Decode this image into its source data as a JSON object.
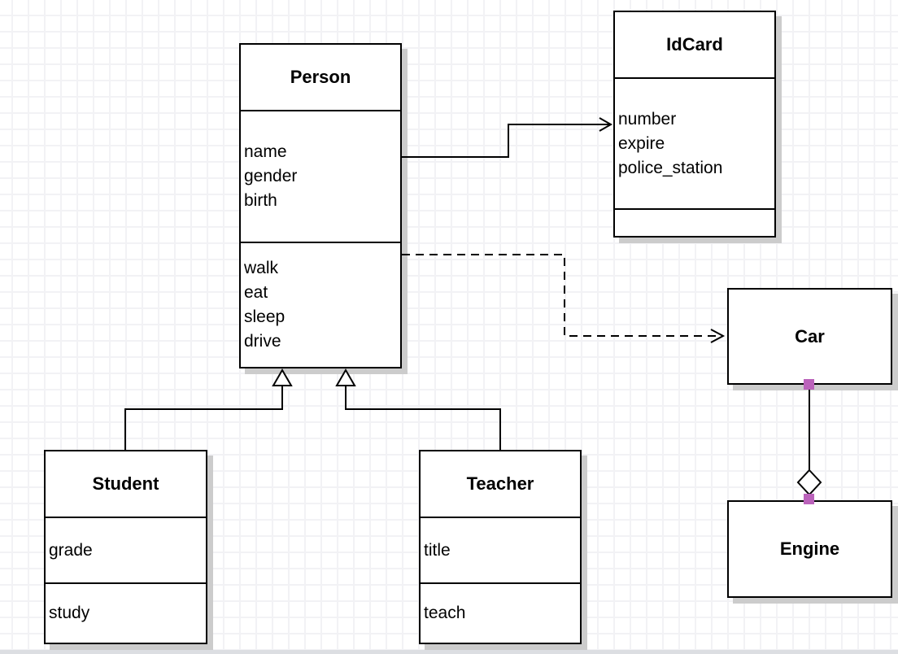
{
  "diagram": {
    "classes": {
      "person": {
        "name": "Person",
        "attributes": [
          "name",
          "gender",
          "birth"
        ],
        "methods": [
          "walk",
          "eat",
          "sleep",
          "drive"
        ]
      },
      "idcard": {
        "name": "IdCard",
        "attributes": [
          "number",
          "expire",
          "police_station"
        ],
        "methods": []
      },
      "student": {
        "name": "Student",
        "attributes": [
          "grade"
        ],
        "methods": [
          "study"
        ]
      },
      "teacher": {
        "name": "Teacher",
        "attributes": [
          "title"
        ],
        "methods": [
          "teach"
        ]
      },
      "car": {
        "name": "Car"
      },
      "engine": {
        "name": "Engine"
      }
    },
    "relationships": [
      {
        "from": "Person",
        "to": "IdCard",
        "type": "association",
        "line": "solid",
        "arrow": "open"
      },
      {
        "from": "Person",
        "to": "Car",
        "type": "dependency",
        "line": "dashed",
        "arrow": "open"
      },
      {
        "from": "Student",
        "to": "Person",
        "type": "generalization",
        "line": "solid",
        "arrow": "hollow-triangle"
      },
      {
        "from": "Teacher",
        "to": "Person",
        "type": "generalization",
        "line": "solid",
        "arrow": "hollow-triangle"
      },
      {
        "from": "Car",
        "to": "Engine",
        "type": "aggregation",
        "line": "solid",
        "arrow": "hollow-diamond"
      }
    ],
    "colors": {
      "node_border": "#000000",
      "node_fill": "#ffffff",
      "shadow": "#cccccc",
      "endpoint_handle": "#bb63bb",
      "grid_line": "#f2f2f5",
      "bottom_strip": "#dcdee2"
    }
  }
}
